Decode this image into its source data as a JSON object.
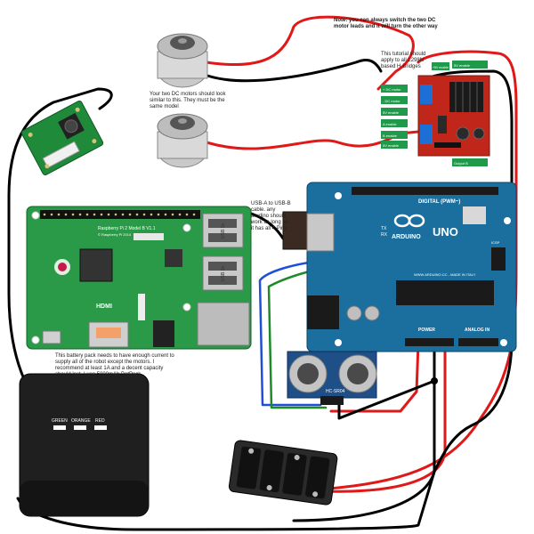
{
  "notes": {
    "motor_switch": "Note: you can always switch the two DC motor leads and it will turn the other way",
    "motors_look": "Your two DC motors should look similar to this. They must be the same model",
    "hbridge_tutorial": "This tutorial should apply to all L298N based H-Bridges",
    "usb_cable": "USB-A to USB-B cable. any arudino should work as long as it has all 4 Pins",
    "battery": "This battery pack needs to have enough current to supply all of the robot except the motors. I recommend at least 1A and a decent capacity should last. I use 5000mAh BatPack"
  },
  "hbridge_labels": {
    "out_left": [
      "+ DC motor",
      "- DC motor",
      "5V enable",
      "A enable",
      "B enable",
      "5V enable"
    ],
    "right": [
      "5V enable",
      "Output B"
    ],
    "top": "+5V enable"
  },
  "raspberry_pi": {
    "board_text": "Raspberry Pi 2 Model B V1.1",
    "copyright": "© Raspberry Pi 2014",
    "hdmi": "HDMI",
    "usb_labels": [
      "USB 2x",
      "USB 2x"
    ]
  },
  "arduino": {
    "digital_label": "DIGITAL (PWM~)",
    "brand": "ARDUINO",
    "model": "UNO",
    "site": "WWW.ARDUINO.CC - MADE IN ITALY",
    "power": "POWER",
    "analog": "ANALOG IN",
    "tx": "TX",
    "rx": "RX",
    "icsp": "ICSP"
  },
  "sensor": {
    "model": "HC-SR04"
  },
  "battery_pack": {
    "leds": [
      "GREEN",
      "ORANGE",
      "RED"
    ]
  },
  "colors": {
    "wire_red": "#e01818",
    "wire_black": "#000000",
    "wire_blue": "#1f4fd6",
    "wire_green": "#1e8a2a",
    "pcb_green": "#1e8a3a",
    "arduino_blue": "#1b6f9e",
    "hbridge_red": "#c0271a"
  }
}
